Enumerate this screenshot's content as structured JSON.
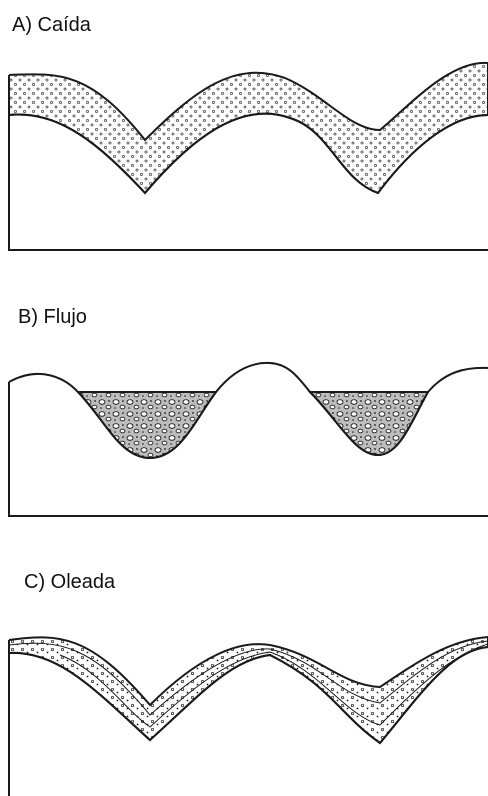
{
  "panels": {
    "a": {
      "label": "A) Caída"
    },
    "b": {
      "label": "B) Flujo"
    },
    "c": {
      "label": "C) Oleada"
    }
  },
  "colors": {
    "ink": "#1a1a1a",
    "paper": "#ffffff"
  }
}
